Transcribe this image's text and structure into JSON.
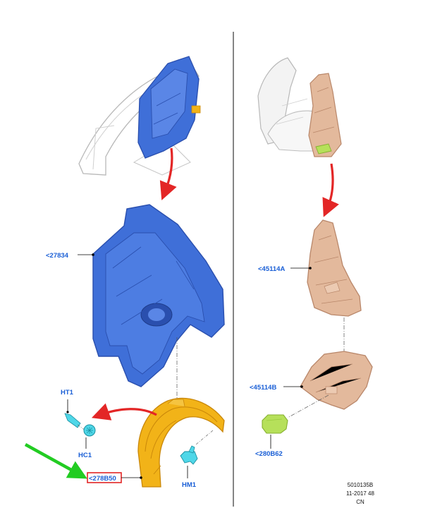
{
  "callouts": {
    "p27834": "<27834",
    "p45114a": "<45114A",
    "p45114b": "<45114B",
    "p280b62": "<280B62",
    "p278b50": "<278B50",
    "ht1": "HT1",
    "hc1": "HC1",
    "hm1": "HM1"
  },
  "reference": {
    "code": "5010135B",
    "date": "11-2017 48",
    "region": "CN"
  },
  "colors": {
    "blue_panel": "#3f6fd8",
    "blue_dark": "#2a4fae",
    "yellow_liner": "#f2b318",
    "yellow_dark": "#c9870a",
    "tan_panel": "#e3b99c",
    "tan_dark": "#b9876a",
    "green_pad": "#b6e05a",
    "red_arrow": "#e32626",
    "green_arrow": "#22cc22",
    "callout_text": "#1a5fd6",
    "highlight_box": "#e32626",
    "cyan_part": "#4fd7e8"
  },
  "icons": [
    "red-arrow-icon",
    "green-pointer-arrow-icon",
    "fastener-clip-icon",
    "push-pin-icon"
  ]
}
